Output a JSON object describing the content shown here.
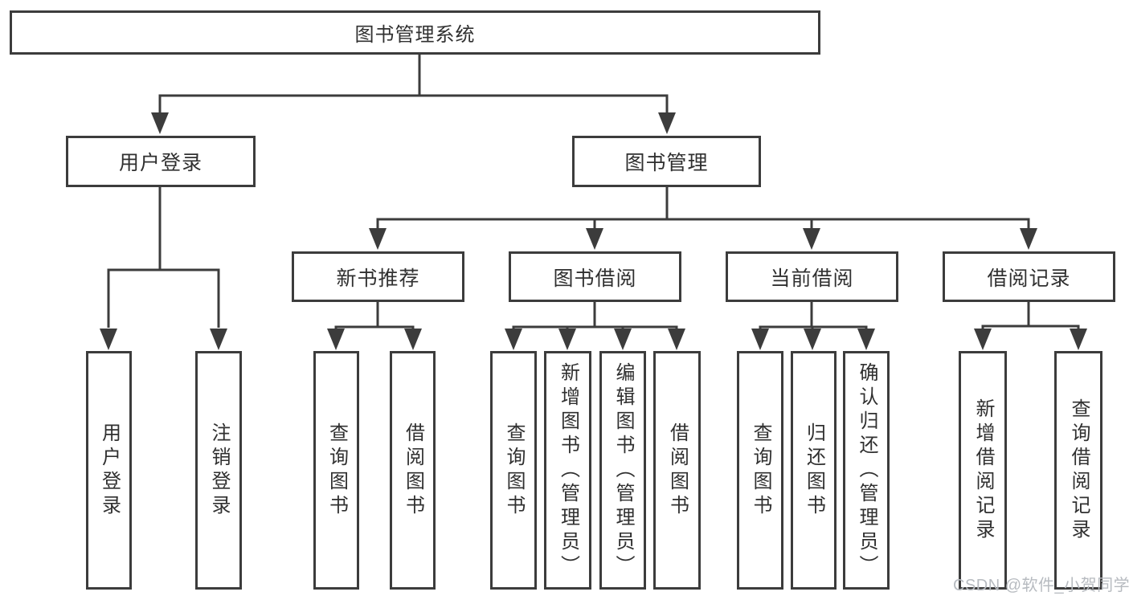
{
  "tree": {
    "label": "图书管理系统",
    "children": [
      {
        "label": "用户登录",
        "children": [
          {
            "label": "用户登录"
          },
          {
            "label": "注销登录"
          }
        ]
      },
      {
        "label": "图书管理",
        "children": [
          {
            "label": "新书推荐",
            "children": [
              {
                "label": "查询图书"
              },
              {
                "label": "借阅图书"
              }
            ]
          },
          {
            "label": "图书借阅",
            "children": [
              {
                "label": "查询图书"
              },
              {
                "label": "新增图书（管理员）"
              },
              {
                "label": "编辑图书（管理员）"
              },
              {
                "label": "借阅图书"
              }
            ]
          },
          {
            "label": "当前借阅",
            "children": [
              {
                "label": "查询图书"
              },
              {
                "label": "归还图书"
              },
              {
                "label": "确认归还（管理员）"
              }
            ]
          },
          {
            "label": "借阅记录",
            "children": [
              {
                "label": "新增借阅记录"
              },
              {
                "label": "查询借阅记录"
              }
            ]
          }
        ]
      }
    ]
  },
  "watermark": "CSDN @软件_小贺同学",
  "colors": {
    "line": "#3c3c3c",
    "box_border": "#3c3c3c",
    "box_fill": "#ffffff",
    "text": "#303030",
    "watermark": "#b7bbc0"
  }
}
